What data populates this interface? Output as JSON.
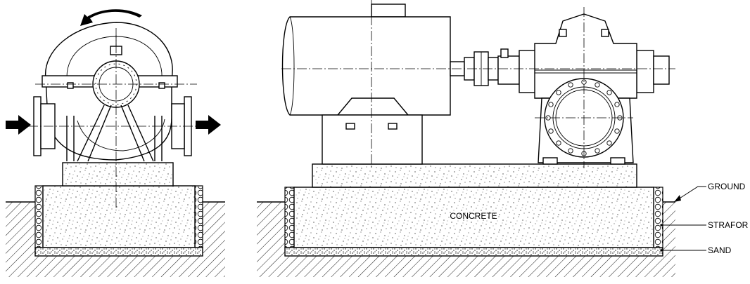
{
  "labels": {
    "concrete": "CONCRETE",
    "ground": "GROUND",
    "strafor": "STRAFOR",
    "sand": "SAND"
  },
  "icons": [
    "rotation-arrow",
    "inlet-flow-arrow",
    "outlet-flow-arrow"
  ],
  "colors": {
    "line": "#000000",
    "background": "#ffffff"
  }
}
